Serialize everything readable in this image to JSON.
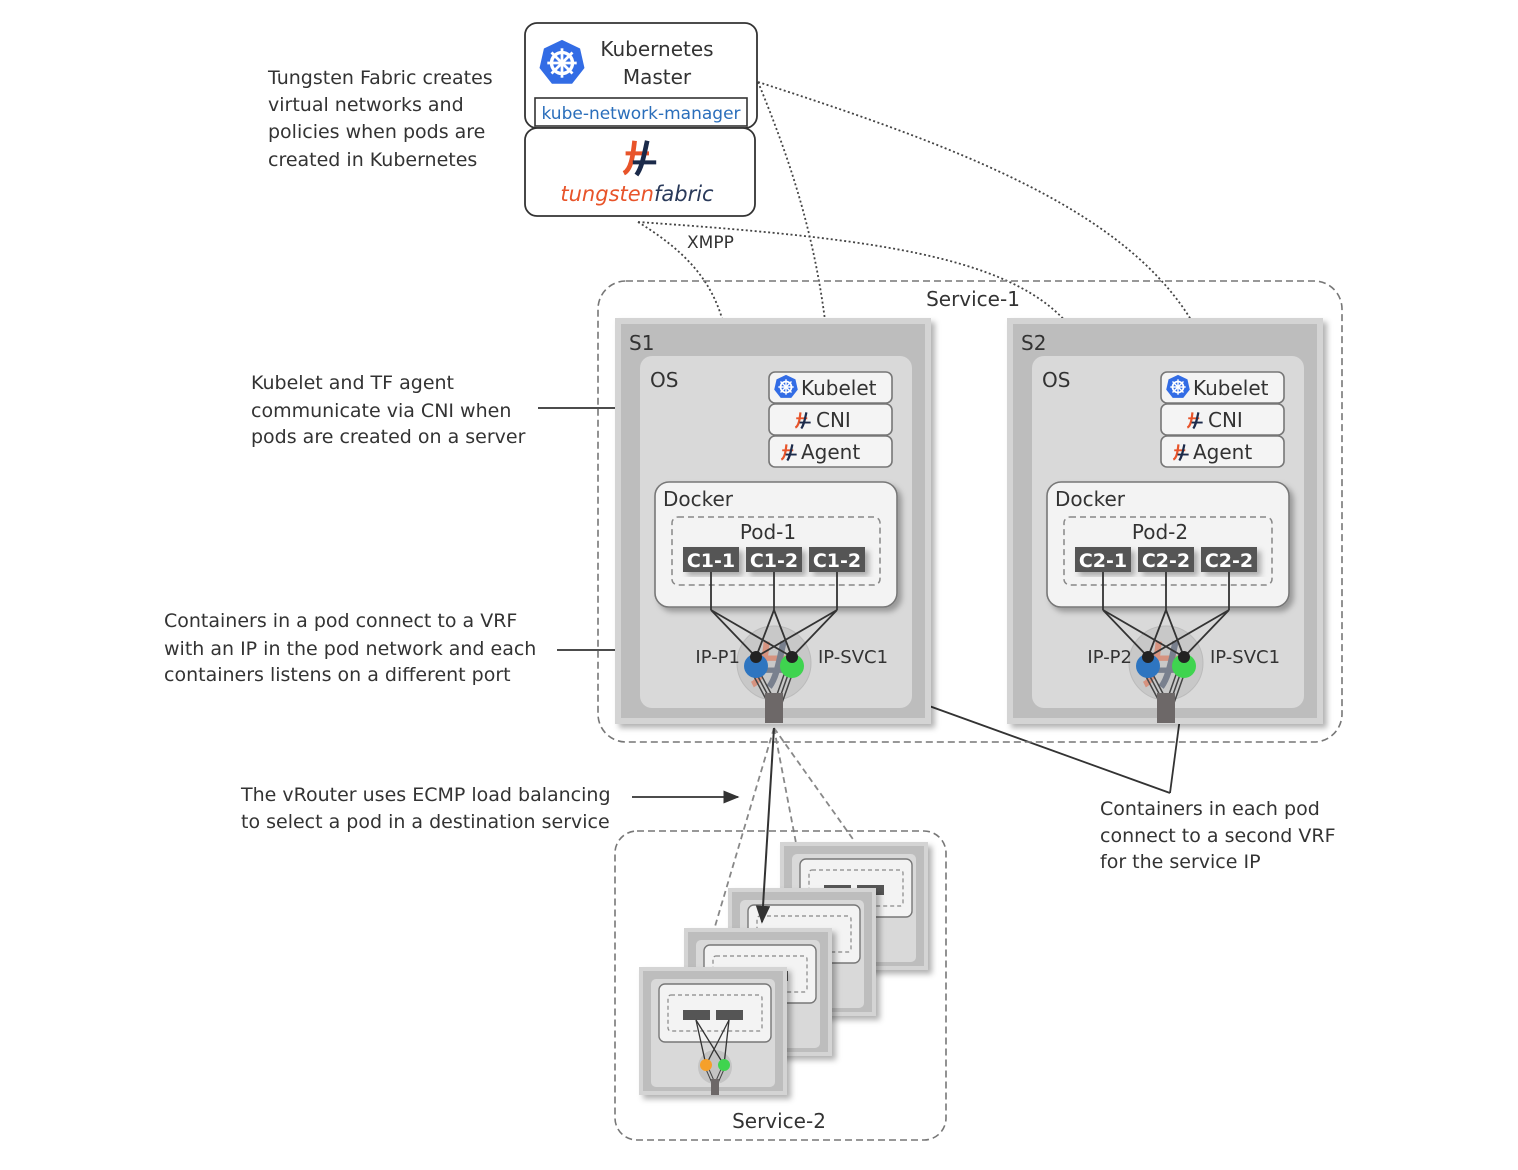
{
  "master": {
    "title_line1": "Kubernetes",
    "title_line2": "Master",
    "network_manager": "kube-network-manager",
    "tf_brand_a": "tungsten",
    "tf_brand_b": "fabric",
    "icon": "kubernetes-helm-icon"
  },
  "annotations": {
    "tf_creates": [
      "Tungsten Fabric creates",
      "virtual networks and",
      "policies when pods are",
      "created in Kubernetes"
    ],
    "kubelet_cni": [
      "Kubelet and TF agent",
      "communicate via CNI when",
      "pods are created on a server"
    ],
    "containers_vrf": [
      "Containers in a pod connect to a VRF",
      "with an IP in the pod network and each",
      "containers listens on a different port"
    ],
    "ecmp": [
      "The vRouter uses ECMP load balancing",
      "to select a pod in a destination service"
    ],
    "second_vrf": [
      "Containers in each pod",
      "connect to a second VRF",
      "for the service IP"
    ],
    "xmpp": "XMPP"
  },
  "service1": {
    "label": "Service-1",
    "servers": [
      {
        "name": "S1",
        "os": "OS",
        "stack": [
          "Kubelet",
          "CNI",
          "Agent"
        ],
        "docker": "Docker",
        "pod": "Pod-1",
        "containers": [
          "C1-1",
          "C1-2",
          "C1-2"
        ],
        "ip_pod": "IP-P1",
        "ip_svc": "IP-SVC1"
      },
      {
        "name": "S2",
        "os": "OS",
        "stack": [
          "Kubelet",
          "CNI",
          "Agent"
        ],
        "docker": "Docker",
        "pod": "Pod-2",
        "containers": [
          "C2-1",
          "C2-2",
          "C2-2"
        ],
        "ip_pod": "IP-P2",
        "ip_svc": "IP-SVC1"
      }
    ]
  },
  "service2": {
    "label": "Service-2",
    "server_count": 4
  },
  "colors": {
    "k8s_blue": "#326ce5",
    "tf_orange": "#e8542a",
    "tf_navy": "#1b2a4a",
    "link_blue": "#2a6ebb",
    "ip_pod_blue": "#2e75c0",
    "ip_svc_green": "#3fd44f",
    "ip_alt_orange": "#f5a02a",
    "server_outer": "#bdbdbd",
    "os_fill": "#d9d9d9",
    "docker_fill": "#f3f3f3",
    "container_fill": "#555555"
  }
}
